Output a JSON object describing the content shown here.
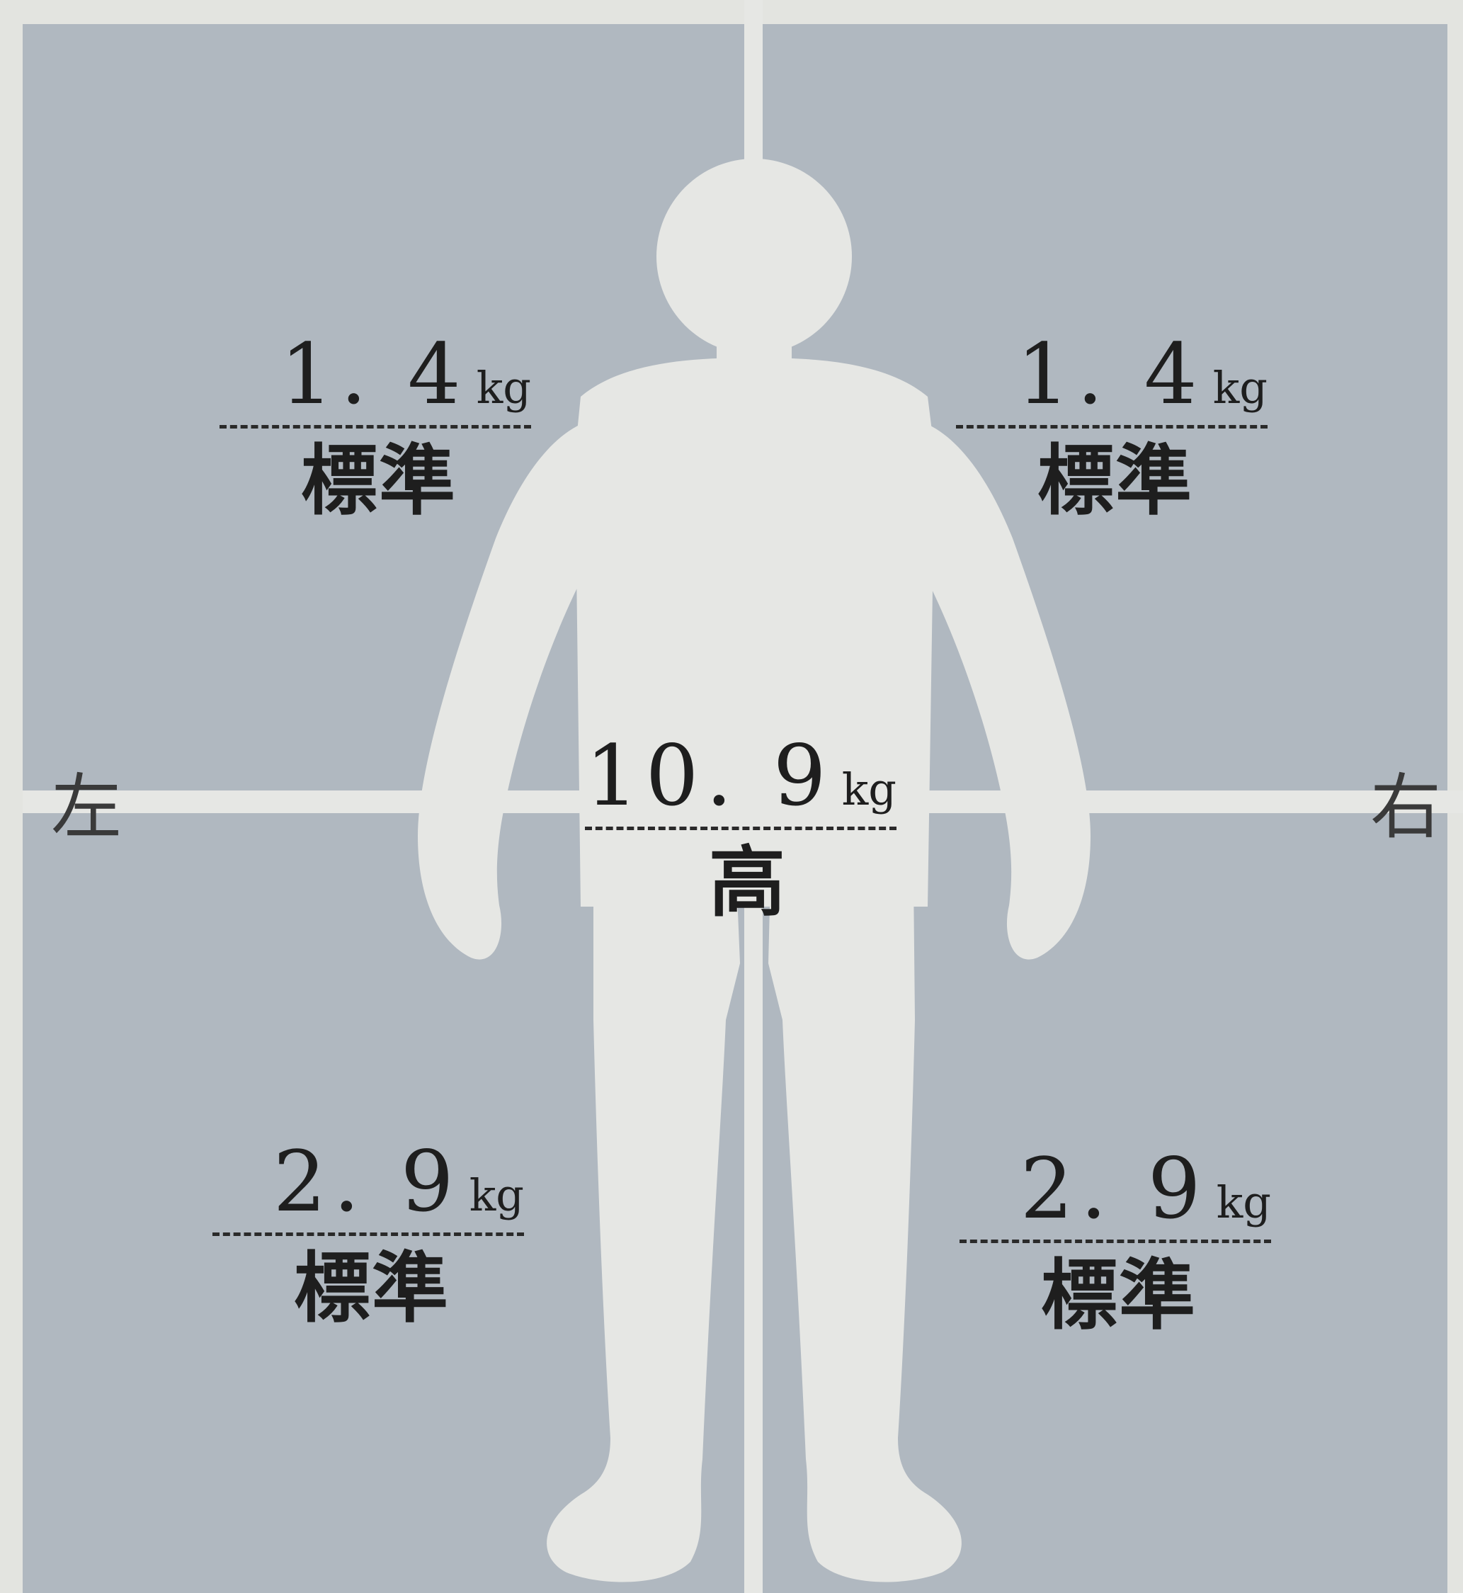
{
  "sides": {
    "left": "左",
    "right": "右"
  },
  "segments": {
    "left_arm": {
      "value": "1. 4",
      "unit": "kg",
      "level": "標準"
    },
    "right_arm": {
      "value": "1. 4",
      "unit": "kg",
      "level": "標準"
    },
    "trunk": {
      "value": "10. 9",
      "unit": "kg",
      "level": "高"
    },
    "left_leg": {
      "value": "2. 9",
      "unit": "kg",
      "level": "標準"
    },
    "right_leg": {
      "value": "2. 9",
      "unit": "kg",
      "level": "標準"
    }
  },
  "colors": {
    "panel": "#b0b8c0",
    "figure": "#e6e7e4",
    "background": "#e3e4e0",
    "text": "#1e1e1e"
  }
}
